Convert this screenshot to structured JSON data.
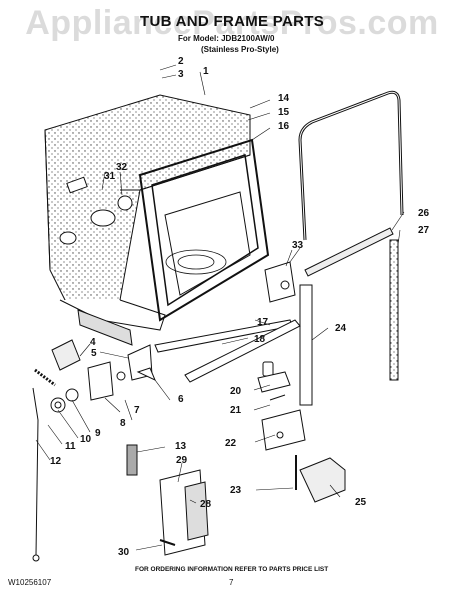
{
  "watermark": "AppliancePartsPros.com",
  "diagram": {
    "title": "TUB AND FRAME PARTS",
    "model_line": "For Model: JDB2100AW/0",
    "style_line": "(Stainless Pro-Style)"
  },
  "callouts": [
    "1",
    "2",
    "3",
    "4",
    "5",
    "6",
    "7",
    "8",
    "9",
    "10",
    "11",
    "12",
    "13",
    "14",
    "15",
    "16",
    "17",
    "18",
    "20",
    "21",
    "22",
    "23",
    "24",
    "25",
    "26",
    "27",
    "28",
    "29",
    "30",
    "31",
    "32",
    "33"
  ],
  "footer": {
    "doc_code": "W10256107",
    "page": "7",
    "note": "FOR ORDERING INFORMATION REFER TO PARTS PRICE LIST"
  }
}
